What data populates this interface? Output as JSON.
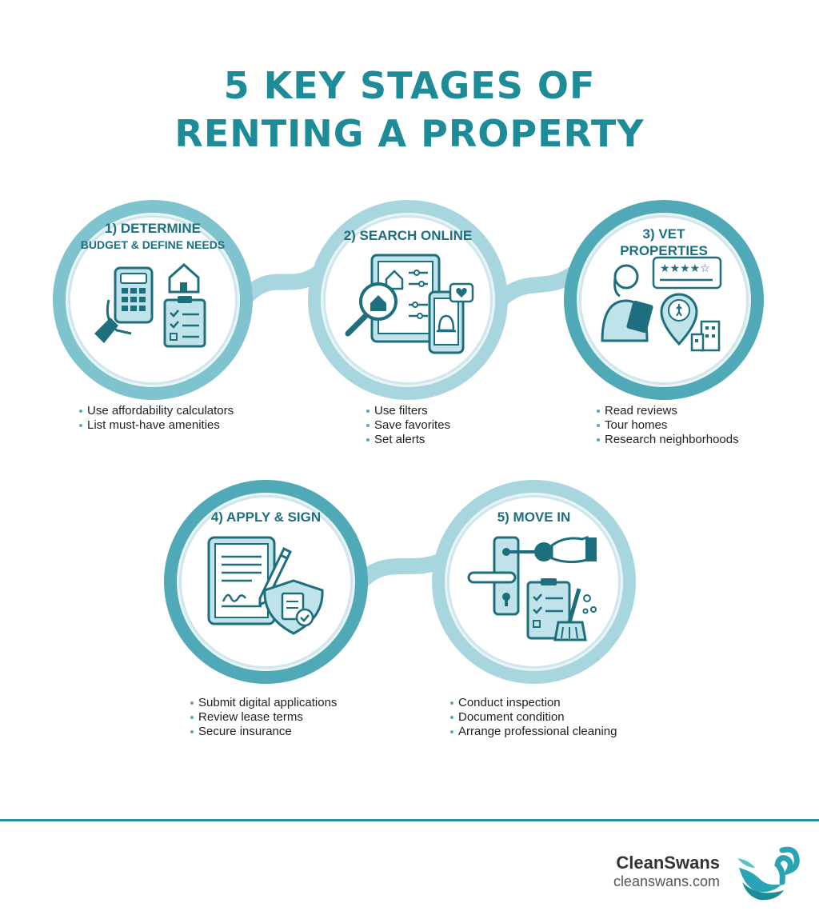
{
  "title": {
    "line1": "5 KEY STAGES OF",
    "line2": "RENTING A PROPERTY"
  },
  "stages": [
    {
      "number_title": "1) DETERMINE",
      "subtitle": "BUDGET & DEFINE NEEDS",
      "icons": [
        "hand-calculator-icon",
        "house-icon",
        "checklist-clipboard-icon"
      ],
      "bullets": [
        "Use affordability calculators",
        "List must-have amenities"
      ]
    },
    {
      "number_title": "2) SEARCH ONLINE",
      "icons": [
        "tablet-listings-icon",
        "magnifier-house-icon",
        "phone-notification-icon",
        "heart-chat-icon"
      ],
      "bullets": [
        "Use filters",
        "Save favorites",
        "Set alerts"
      ]
    },
    {
      "number_title": "3) VET",
      "subtitle": "PROPERTIES",
      "icons": [
        "person-tablet-icon",
        "star-review-icon",
        "map-pin-walker-icon",
        "building-icon"
      ],
      "review_stars": "★★★★☆",
      "bullets": [
        "Read reviews",
        "Tour homes",
        "Research neighborhoods"
      ]
    },
    {
      "number_title": "4) APPLY & SIGN",
      "icons": [
        "signed-document-pen-icon",
        "shield-document-check-icon"
      ],
      "bullets": [
        "Submit digital applications",
        "Review lease terms",
        "Secure insurance"
      ]
    },
    {
      "number_title": "5) MOVE IN",
      "icons": [
        "door-handle-key-icon",
        "checklist-clipboard-icon",
        "cleaning-brush-icon"
      ],
      "bullets": [
        "Conduct inspection",
        "Document condition",
        "Arrange professional cleaning"
      ]
    }
  ],
  "footer": {
    "brand": "CleanSwans",
    "url": "cleanswans.com",
    "logo_icon": "swan-logo-icon"
  },
  "colors": {
    "accent": "#1d8b98",
    "ring": "#7fc3cf",
    "icon": "#1d6f7e",
    "icon_fill": "#bfe3e9"
  }
}
